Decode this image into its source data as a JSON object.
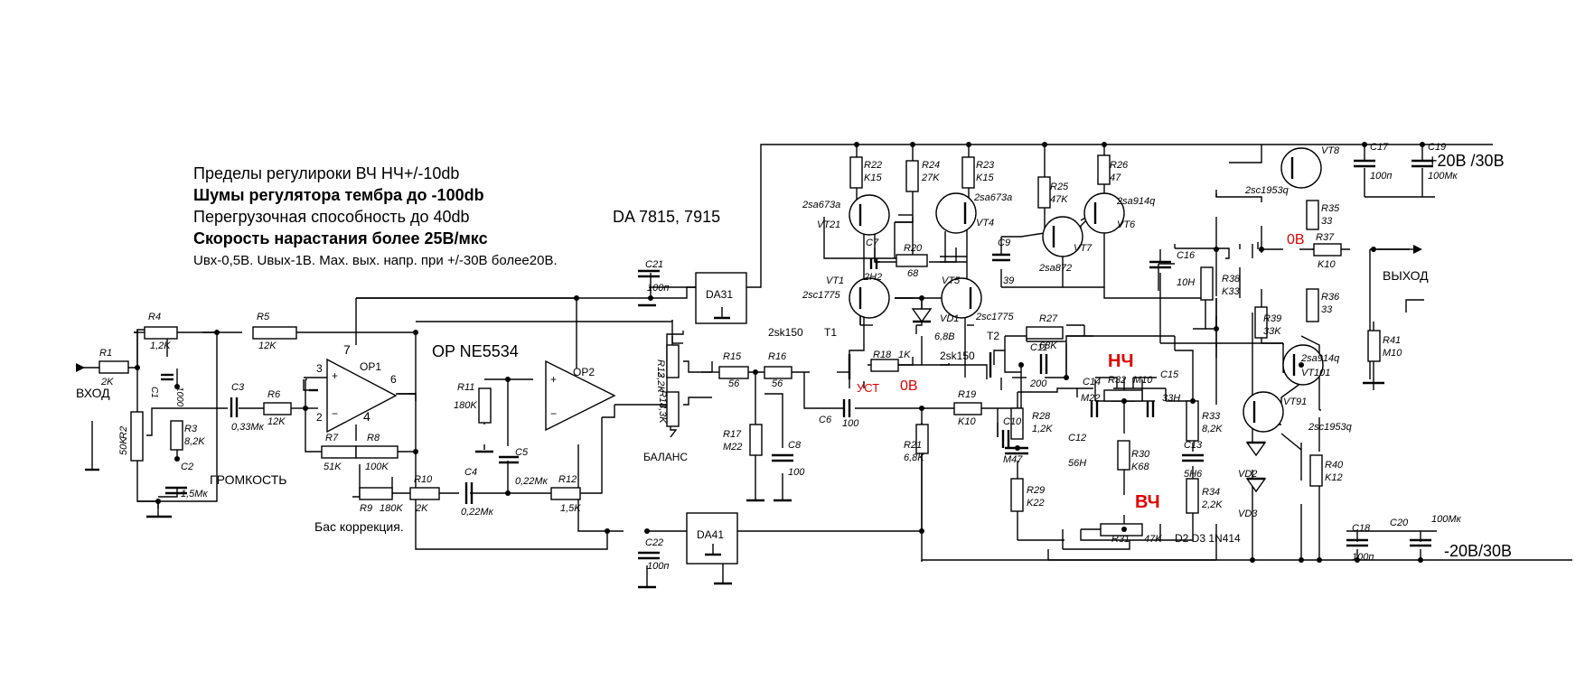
{
  "notes": {
    "line1": "Пределы регулироки ВЧ НЧ+/-10db",
    "line2": "Шумы регулятора тембра до -100db",
    "line3": "Перегрузочная способность до 40db",
    "line4": "Скорость нарастания более 25В/мкс",
    "line5": "Uвх-0,5В. Uвых-1В. Max. вых. напр. при +/-30В более20В.",
    "da": "DA 7815, 7915",
    "op": "OP NE5534",
    "bass": "Бас коррекция.",
    "diodes": "D2 D3 1N414"
  },
  "io": {
    "input": "ВХОД",
    "output": "ВЫХОД",
    "volume": "ГРОМКОСТЬ",
    "balance": "БАЛАНС",
    "pos_supply": "+20В /30В",
    "neg_supply": "-20В/30В",
    "zero_top": "0В",
    "zero_mid": "0В",
    "set": "УСТ",
    "lf": "НЧ",
    "hf": "ВЧ"
  },
  "chips": {
    "da31": "DA31",
    "da41": "DA41",
    "op1": "OP1",
    "op2": "OP2",
    "pin7": "7",
    "pin3": "3",
    "pin2": "2",
    "pin6": "6",
    "pin4": "4",
    "plus1": "+",
    "minus1": "−",
    "plus2": "+",
    "minus2": "−"
  },
  "components": {
    "R1": "R1",
    "R1v": "2K",
    "R2": "R2",
    "R2v": "50K",
    "R3": "R3",
    "R3v": "8,2K",
    "R4": "R4",
    "R4v": "1,2K",
    "R5": "R5",
    "R5v": "12K",
    "R6": "R6",
    "R6v": "12K",
    "R7": "R7",
    "R7v": "51K",
    "R8": "R8",
    "R8v": "100K",
    "R9": "R9",
    "R9v": "180K",
    "R10": "R10",
    "R10v": "2K",
    "R11": "R11",
    "R11v": "180K",
    "R12": "R12",
    "R12v": "1,5K",
    "R13": "R13",
    "R13v": "2,2K",
    "R14": "R14",
    "R14v": "3,3K",
    "R15": "R15",
    "R15v": "56",
    "R16": "R16",
    "R16v": "56",
    "R17": "R17",
    "R17v": "M22",
    "R18": "R18",
    "R18v": "1K",
    "R19": "R19",
    "R19v": "K10",
    "R20": "R20",
    "R20v": "68",
    "R21": "R21",
    "R21v": "6,8K",
    "R22": "R22",
    "R22v": "K15",
    "R23": "R23",
    "R23v": "K15",
    "R24": "R24",
    "R24v": "27K",
    "R25": "R25",
    "R25v": "47K",
    "R26": "R26",
    "R26v": "47",
    "R27": "R27",
    "R27v": "68K",
    "R28": "R28",
    "R28v": "1,2K",
    "R29": "R29",
    "R29v": "K22",
    "R30": "R30",
    "R30v": "K68",
    "R31": "R31",
    "R31v": "47K",
    "R32": "R32",
    "R32v": "M10",
    "R33": "R33",
    "R33v": "8,2K",
    "R34": "R34",
    "R34v": "2,2K",
    "R35": "R35",
    "R35v": "33",
    "R36": "R36",
    "R36v": "33",
    "R37": "R37",
    "R37v": "K10",
    "R38": "R38",
    "R38v": "K33",
    "R39": "R39",
    "R39v": "33K",
    "R40": "R40",
    "R40v": "K12",
    "R41": "R41",
    "R41v": "M10",
    "C1": "C1",
    "C1v": "1000",
    "C2": "C2",
    "C2v": "1,5Мк",
    "C3": "C3",
    "C3v": "0,33Мк",
    "C4": "C4",
    "C4v": "0,22Мк",
    "C5": "C5",
    "C5v": "0,22Мк",
    "C6": "C6",
    "C6v": "100",
    "C7": "C7",
    "C7v": "2H2",
    "C8": "C8",
    "C8v": "100",
    "C9": "C9",
    "C9v": "39",
    "C10": "C10",
    "C10v": "M47",
    "C11": "C11",
    "C11v": "200",
    "C12": "C12",
    "C12v": "56H",
    "C13": "C13",
    "C13v": "5H6",
    "C14": "C14",
    "C14v": "M22",
    "C15": "C15",
    "C15v": "33H",
    "C16": "C16",
    "C16v": "10H",
    "C17": "C17",
    "C17v": "100п",
    "C18": "C18",
    "C18v": "100п",
    "C19": "C19",
    "C19v": "100Мк",
    "C20": "C20",
    "C20v": "100Мк",
    "C21": "C21",
    "C21v": "100п",
    "C22": "C22",
    "C22v": "100п"
  },
  "semis": {
    "VT21": "VT21",
    "VT21t": "2sa673a",
    "VT4": "VT4",
    "VT4t": "2sa673a",
    "VT1": "VT1",
    "VT1t": "2sc1775",
    "VT5": "VT5",
    "VT5t": "2sc1775",
    "VT7": "VT7",
    "VT7t": "2sa872",
    "VT6": "VT6",
    "VT6t": "2sa914q",
    "VT8": "VT8",
    "VT8t": "2sc1953q",
    "VT101": "VT101",
    "VT101t": "2sa914q",
    "VT91": "VT91",
    "VT91t": "2sc1953q",
    "T1": "T1",
    "T1t": "2sk150",
    "T2": "T2",
    "T2t": "2sk150",
    "VD1": "VD1",
    "VD1v": "6,8В",
    "VD2": "VD2",
    "VD3": "VD3"
  }
}
